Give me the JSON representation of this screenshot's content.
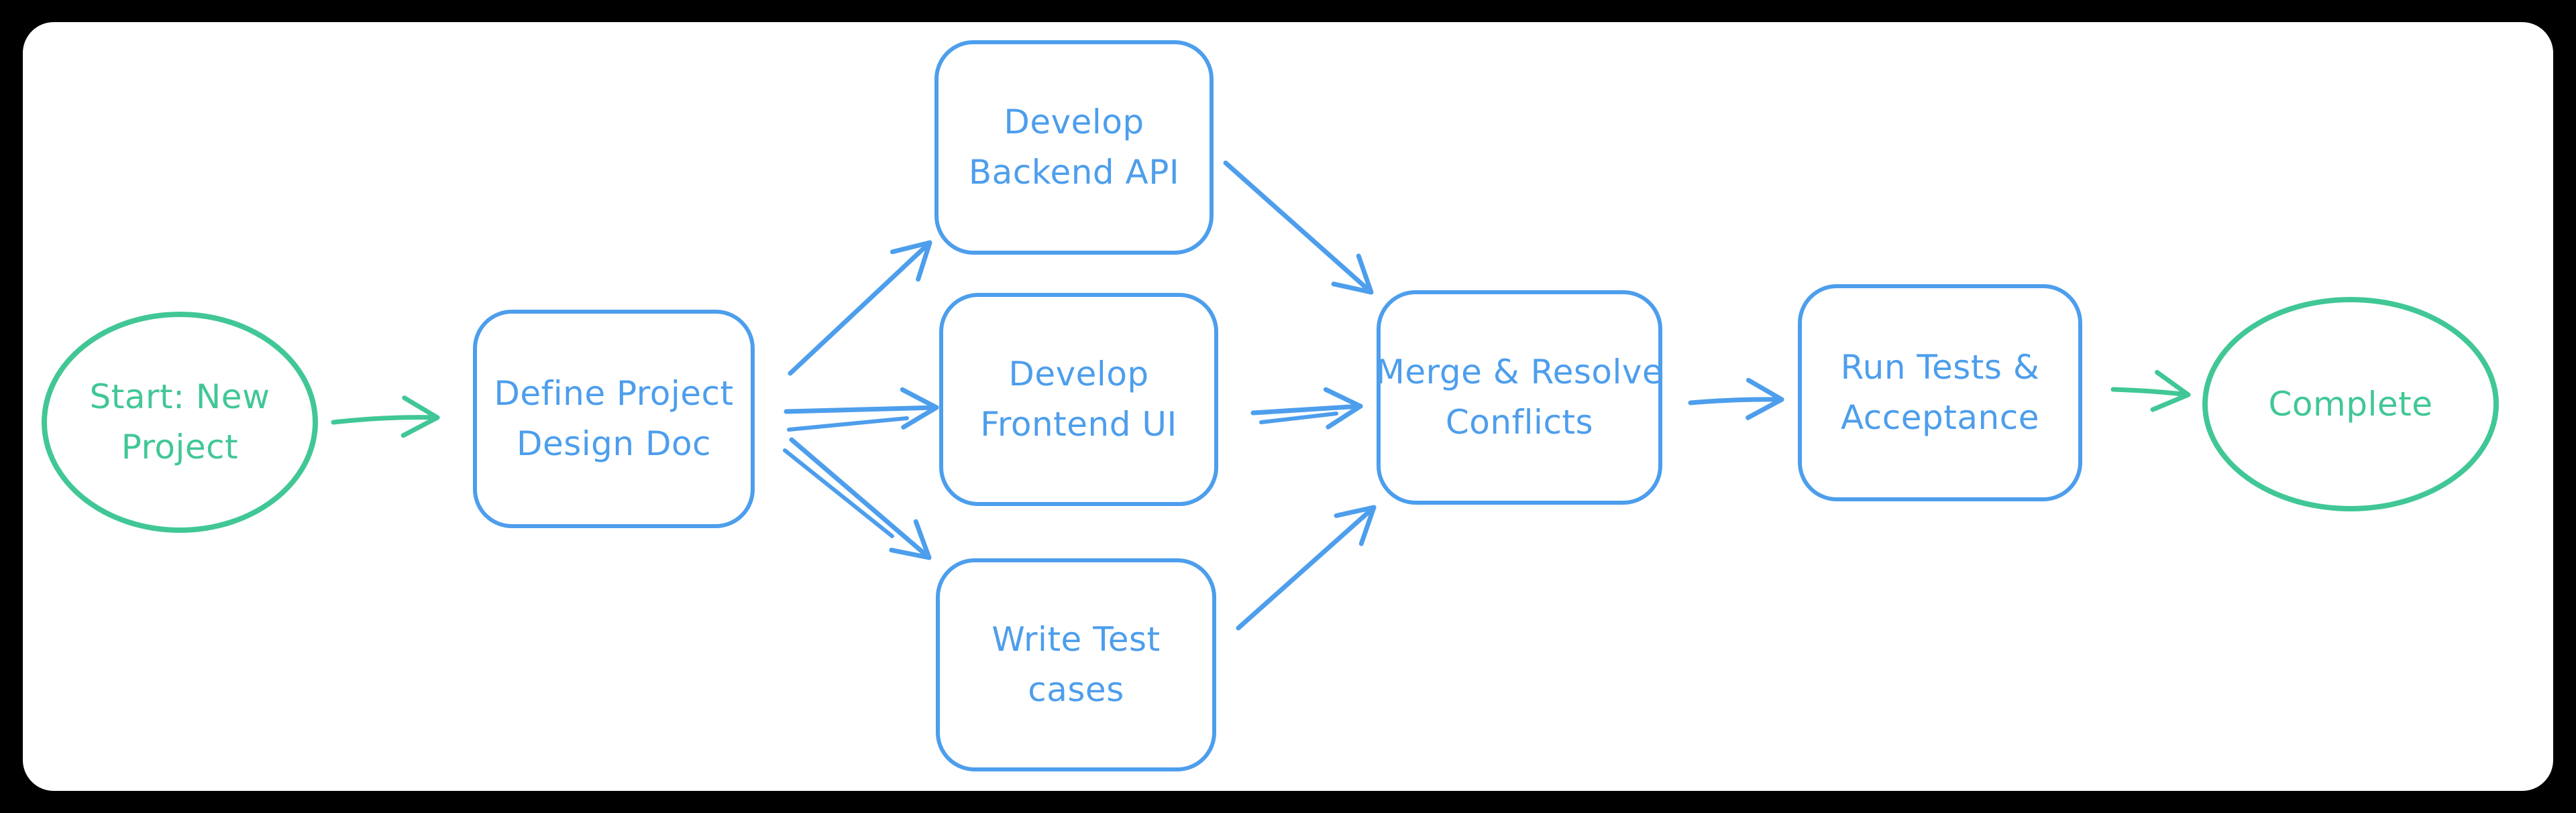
{
  "app": {
    "type": "hand-drawn-flowchart-whiteboard"
  },
  "colors": {
    "green": "#41c796",
    "blue": "#4d9eec",
    "canvas_background": "#ffffff",
    "frame_background": "#000000"
  },
  "diagram": {
    "direction": "left-to-right",
    "nodes": [
      {
        "id": "start",
        "label": "Start: New\nProject",
        "shape": "ellipse",
        "color": "green"
      },
      {
        "id": "define",
        "label": "Define Project\nDesign Doc",
        "shape": "rounded-rectangle",
        "color": "blue"
      },
      {
        "id": "backend",
        "label": "Develop\nBackend API",
        "shape": "rounded-rectangle",
        "color": "blue"
      },
      {
        "id": "frontend",
        "label": "Develop\nFrontend UI",
        "shape": "rounded-rectangle",
        "color": "blue"
      },
      {
        "id": "testcases",
        "label": "Write Test\ncases",
        "shape": "rounded-rectangle",
        "color": "blue"
      },
      {
        "id": "merge",
        "label": "Merge & Resolve\nConflicts",
        "shape": "rounded-rectangle",
        "color": "blue"
      },
      {
        "id": "runtests",
        "label": "Run Tests &\nAcceptance",
        "shape": "rounded-rectangle",
        "color": "blue"
      },
      {
        "id": "complete",
        "label": "Complete",
        "shape": "ellipse",
        "color": "green"
      }
    ],
    "edges": [
      {
        "from": "start",
        "to": "define",
        "color": "green"
      },
      {
        "from": "define",
        "to": "backend",
        "color": "blue"
      },
      {
        "from": "define",
        "to": "frontend",
        "color": "blue"
      },
      {
        "from": "define",
        "to": "testcases",
        "color": "blue"
      },
      {
        "from": "backend",
        "to": "merge",
        "color": "blue"
      },
      {
        "from": "frontend",
        "to": "merge",
        "color": "blue"
      },
      {
        "from": "testcases",
        "to": "merge",
        "color": "blue"
      },
      {
        "from": "merge",
        "to": "runtests",
        "color": "blue"
      },
      {
        "from": "runtests",
        "to": "complete",
        "color": "green"
      }
    ]
  }
}
